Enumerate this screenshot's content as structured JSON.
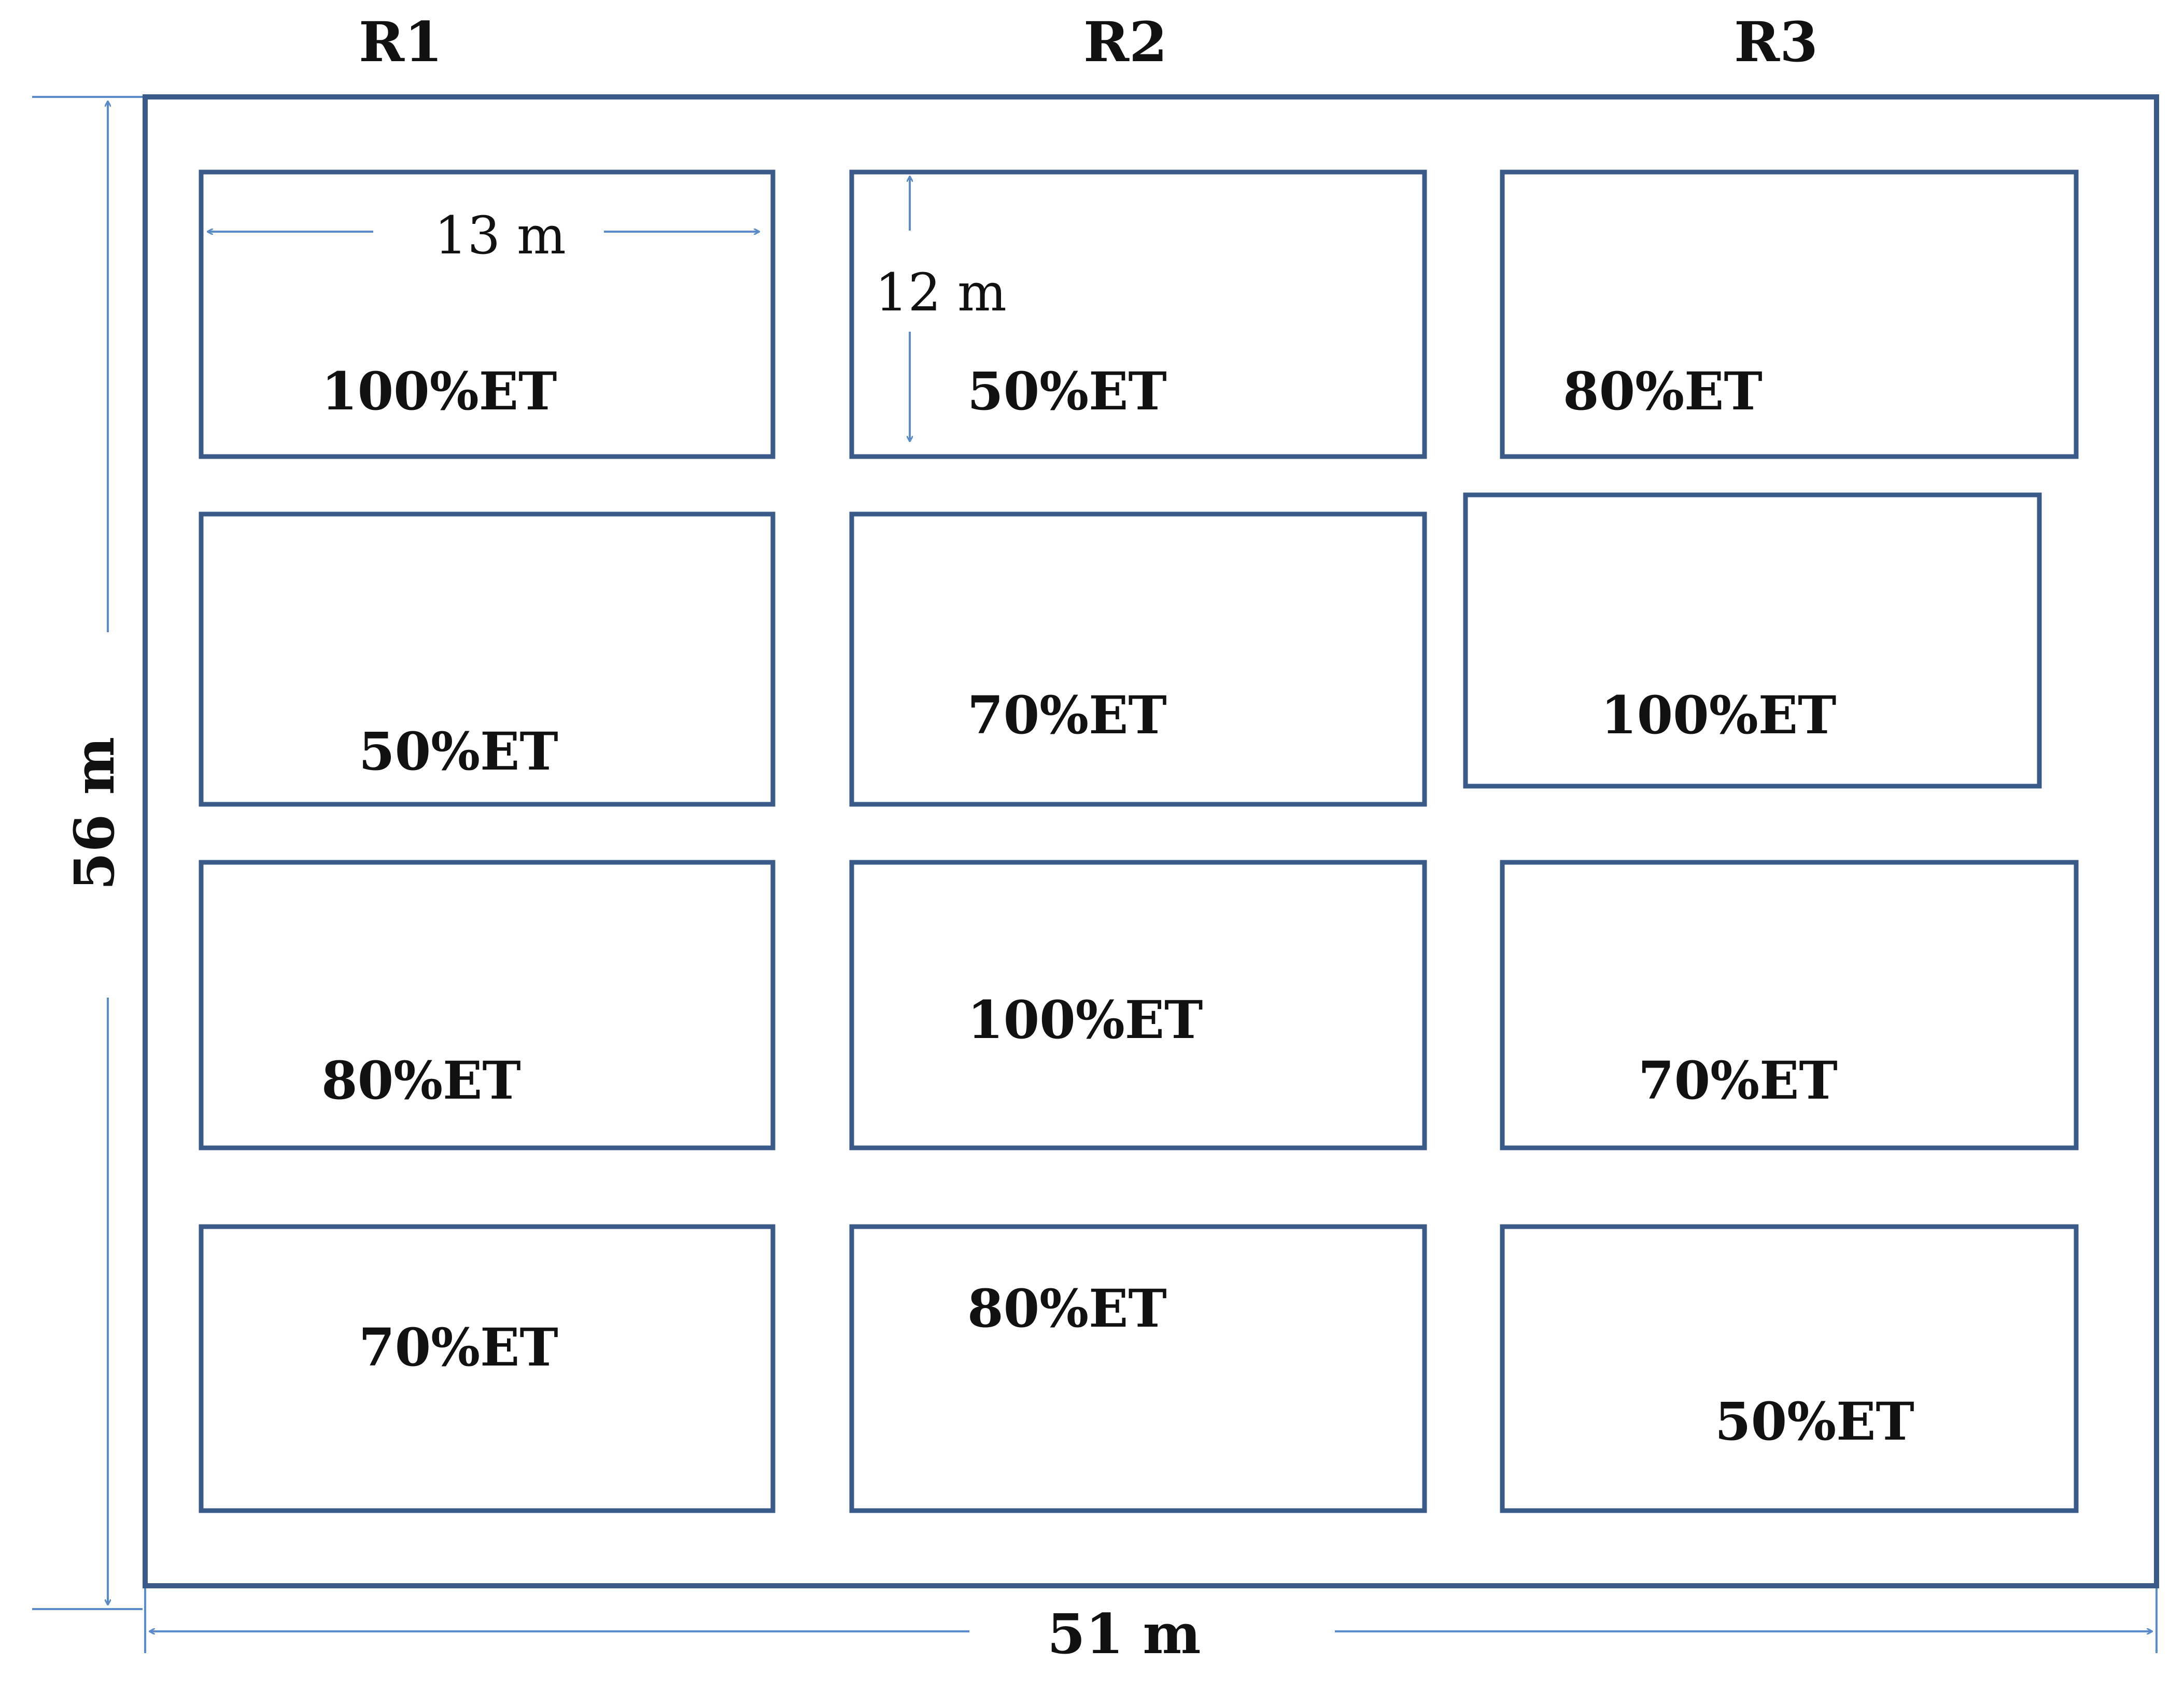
{
  "replicates": [
    "R1",
    "R2",
    "R3"
  ],
  "dimensions": {
    "plot_width": "13 m",
    "plot_length": "12 m",
    "field_height": "56 m",
    "field_width": "51 m"
  },
  "plots": [
    [
      "100%ET",
      "50%ET",
      "80%ET"
    ],
    [
      "50%ET",
      "70%ET",
      "100%ET"
    ],
    [
      "80%ET",
      "100%ET",
      "70%ET"
    ],
    [
      "70%ET",
      "80%ET",
      "50%ET"
    ]
  ],
  "colors": {
    "border": "#3a5a8a",
    "arrow": "#5b8bc9",
    "text": "#111111"
  }
}
